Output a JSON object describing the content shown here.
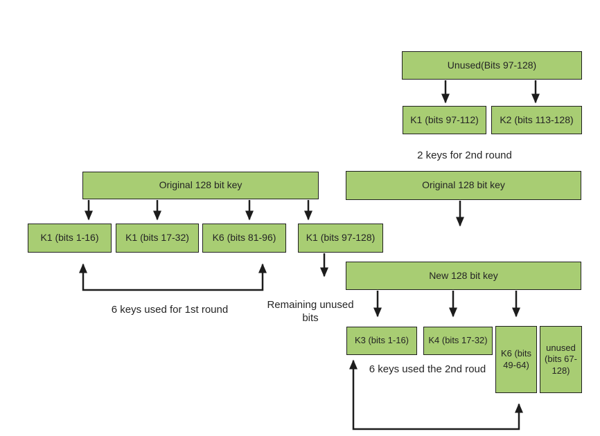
{
  "colors": {
    "box_fill": "#a8cd73",
    "box_border": "#1f1f1f",
    "arrow": "#1c1c1c",
    "text": "#242424",
    "background": "#ffffff"
  },
  "round2_top": {
    "unused_box": "Unused(Bits 97-128)",
    "k1_box": "K1 (bits 97-112)",
    "k2_box": "K2 (bits 113-128)",
    "caption": "2 keys for 2nd round"
  },
  "round1": {
    "original_box": "Original 128 bit key",
    "subkeys": [
      "K1 (bits 1-16)",
      "K1 (bits 17-32)",
      "K6 (bits 81-96)",
      "K1 (bits 97-128)"
    ],
    "caption": "6 keys used for 1st round",
    "remaining_note": "Remaining unused bits"
  },
  "round2": {
    "original_box": "Original 128 bit key",
    "new_key_box": "New 128 bit key",
    "subkeys": [
      "K3 (bits 1-16)",
      "K4 (bits 17-32)",
      "K6 (bits 49-64)",
      "unused (bits 67-128)"
    ],
    "caption": "6 keys used the 2nd roud"
  }
}
